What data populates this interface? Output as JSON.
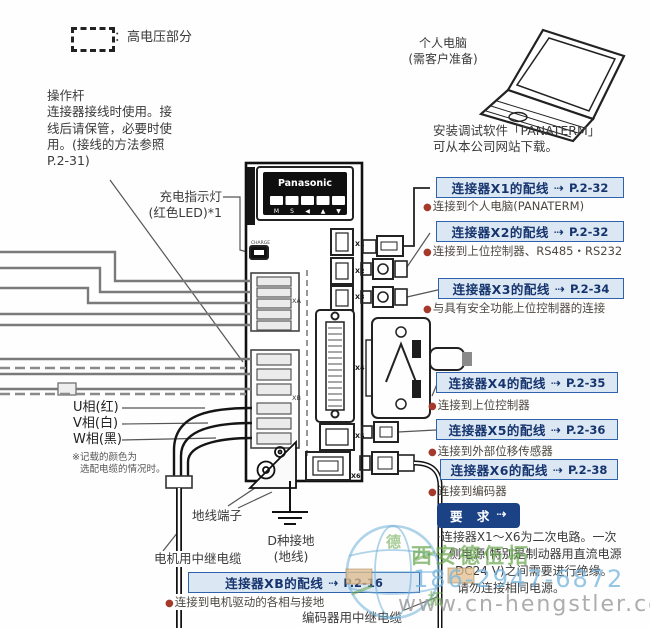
{
  "legend": {
    "box_label": "：高电压部分"
  },
  "annotations": {
    "lever_note": {
      "lines": [
        "操作杆",
        "连接器接线时使用。接",
        "线后请保管，必要时使",
        "用。(接线的方法参照",
        "P.2-31)"
      ]
    },
    "charge_led": {
      "lines": [
        "充电指示灯",
        "(红色LED)*1"
      ]
    },
    "pc": {
      "lines": [
        "个人电脑",
        "(需客户准备)"
      ]
    },
    "panaterm": {
      "lines": [
        "安装调试软件「PANATERM」",
        "可从本公司网站下载。"
      ]
    },
    "phases": [
      {
        "label": "U相(红)"
      },
      {
        "label": "V相(白)"
      },
      {
        "label": "W相(黑)"
      }
    ],
    "phase_note": {
      "lines": [
        "※记载的颜色为",
        "选配电缆的情况时。"
      ]
    },
    "ground_terminal": "地线端子",
    "earth": {
      "lines": [
        "D种接地",
        "(地线)"
      ]
    },
    "motor_cable": "电机用中继电缆",
    "encoder_cable": "编码器用中继电缆"
  },
  "callouts": [
    {
      "id": "X1",
      "title": "连接器X1的配线",
      "page": "P.2-32",
      "bullet": "连接到个人电脑(PANATERM)"
    },
    {
      "id": "X2",
      "title": "连接器X2的配线",
      "page": "P.2-32",
      "bullet": "连接到上位控制器、RS485・RS232"
    },
    {
      "id": "X3",
      "title": "连接器X3的配线",
      "page": "P.2-34",
      "bullet": "与具有安全功能上位控制器的连接"
    },
    {
      "id": "X4",
      "title": "连接器X4的配线",
      "page": "P.2-35",
      "bullet": "连接到上位控制器"
    },
    {
      "id": "X5",
      "title": "连接器X5的配线",
      "page": "P.2-36",
      "bullet": "连接到外部位移传感器"
    },
    {
      "id": "X6",
      "title": "连接器X6的配线",
      "page": "P.2-38",
      "bullet": "连接到编码器"
    },
    {
      "id": "XB",
      "title": "连接器XB的配线",
      "page": "P.2-16",
      "bullet": "连接到电机驱动的各相与接地"
    }
  ],
  "marks": {
    "bullet": "●",
    "arrow": "⇢"
  },
  "requirement": {
    "badge": "要 求",
    "lines": [
      "·连接器X1～X6为二次电路。一次",
      "侧电源(特别是制动器用直流电源",
      "DC24 V)之间需要进行绝缘。",
      "请勿连接相同电源。"
    ]
  },
  "device": {
    "brand": "Panasonic",
    "charge_label": "CHARGE",
    "buttons": [
      "M",
      "S",
      "◀",
      "▲",
      "▼"
    ],
    "connector_labels": {
      "x1": "X1",
      "x2": "X2",
      "x3": "X3",
      "x4": "X4",
      "x5": "X5",
      "x6": "X6",
      "xa": "XA",
      "xb": "XB"
    }
  },
  "watermark": {
    "company": "西安德伍拓",
    "phone": "186-2947-6872",
    "website": "www.cn-hengstler.com",
    "seal_chars": [
      "德",
      "拓"
    ]
  },
  "colors": {
    "callout_bg": "#dce7f4",
    "callout_border": "#2f62ac",
    "callout_text": "#16356e",
    "badge_bg": "#1c4286",
    "bullet_dot": "#a63a2a",
    "watermark_green": "#6aa84f",
    "watermark_blue": "#7ab8e0",
    "watermark_gray": "#969696"
  }
}
